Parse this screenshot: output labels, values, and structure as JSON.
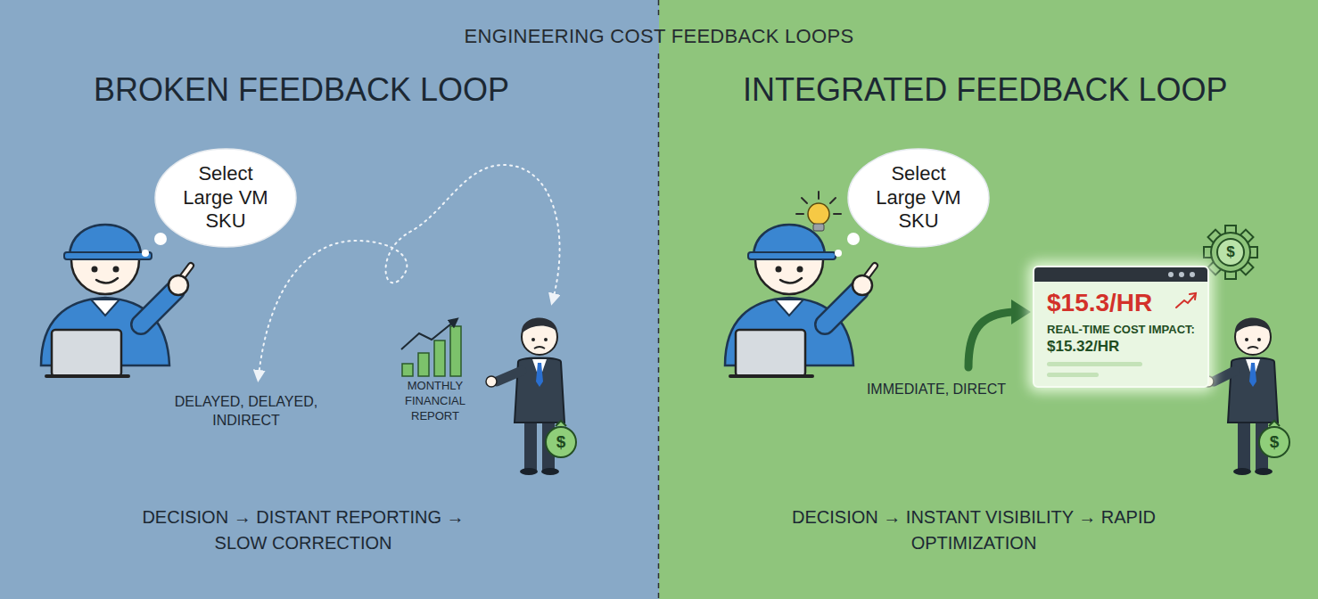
{
  "diagram": {
    "title": "ENGINEERING COST FEEDBACK LOOPS",
    "nodes": [
      {
        "text": [
          "BROKEN FEEDBACK LOOP",
          "DECISION → DISTANT REPORTING → SLOW CORRECTION"
        ]
      },
      {
        "text": [
          "Select Large VM SKU"
        ],
        "in": 0
      },
      {
        "text": [
          "INTEGRATED FEEDBACK LOOP",
          "DECISION → INSTANT VISIBILITY → RAPID OPTIMIZATION"
        ]
      },
      {
        "text": [
          "Select Large VM SKU"
        ],
        "in": 2
      },
      {
        "text": [
          "$15.3/HR",
          "REAL-TIME COST IMPACT:",
          "$15.32/HR"
        ],
        "in": 2
      }
    ],
    "labels": [
      "DELAYED, DELAYED, INDIRECT",
      "MONTHLY FINANCIAL REPORT",
      "$",
      "IMMEDIATE, DIRECT",
      "$",
      "$"
    ]
  }
}
